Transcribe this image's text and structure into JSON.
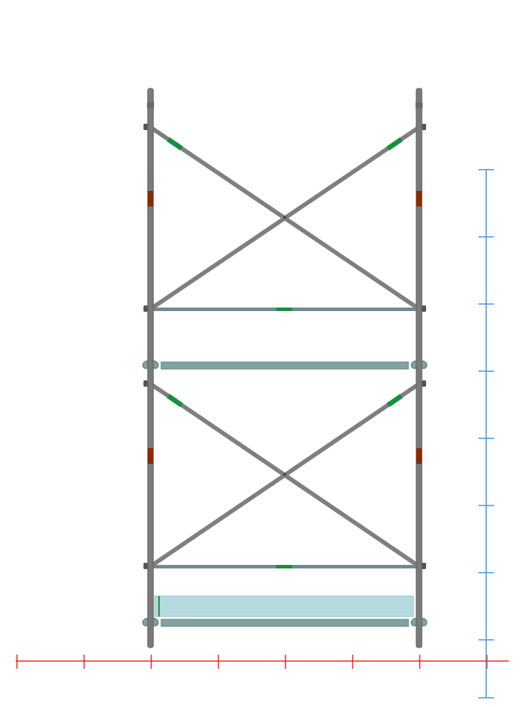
{
  "diagram": {
    "type": "scaffold-elevation",
    "frames": 2,
    "decks": 2,
    "ruler_x_divisions": 7,
    "ruler_y_divisions": 8
  },
  "colors": {
    "post": "#7a7a7a",
    "post_edge": "#5e5e5e",
    "brace": "#7f7f7f",
    "brace_sleeve": "#12913c",
    "ledger": "#6f8a92",
    "deck_beam": "#7ea3a0",
    "deck_panel": "#b5dadf",
    "marker": "#8b2a00",
    "ruler_x": "#ff1a1a",
    "ruler_y": "#3d8fef"
  }
}
